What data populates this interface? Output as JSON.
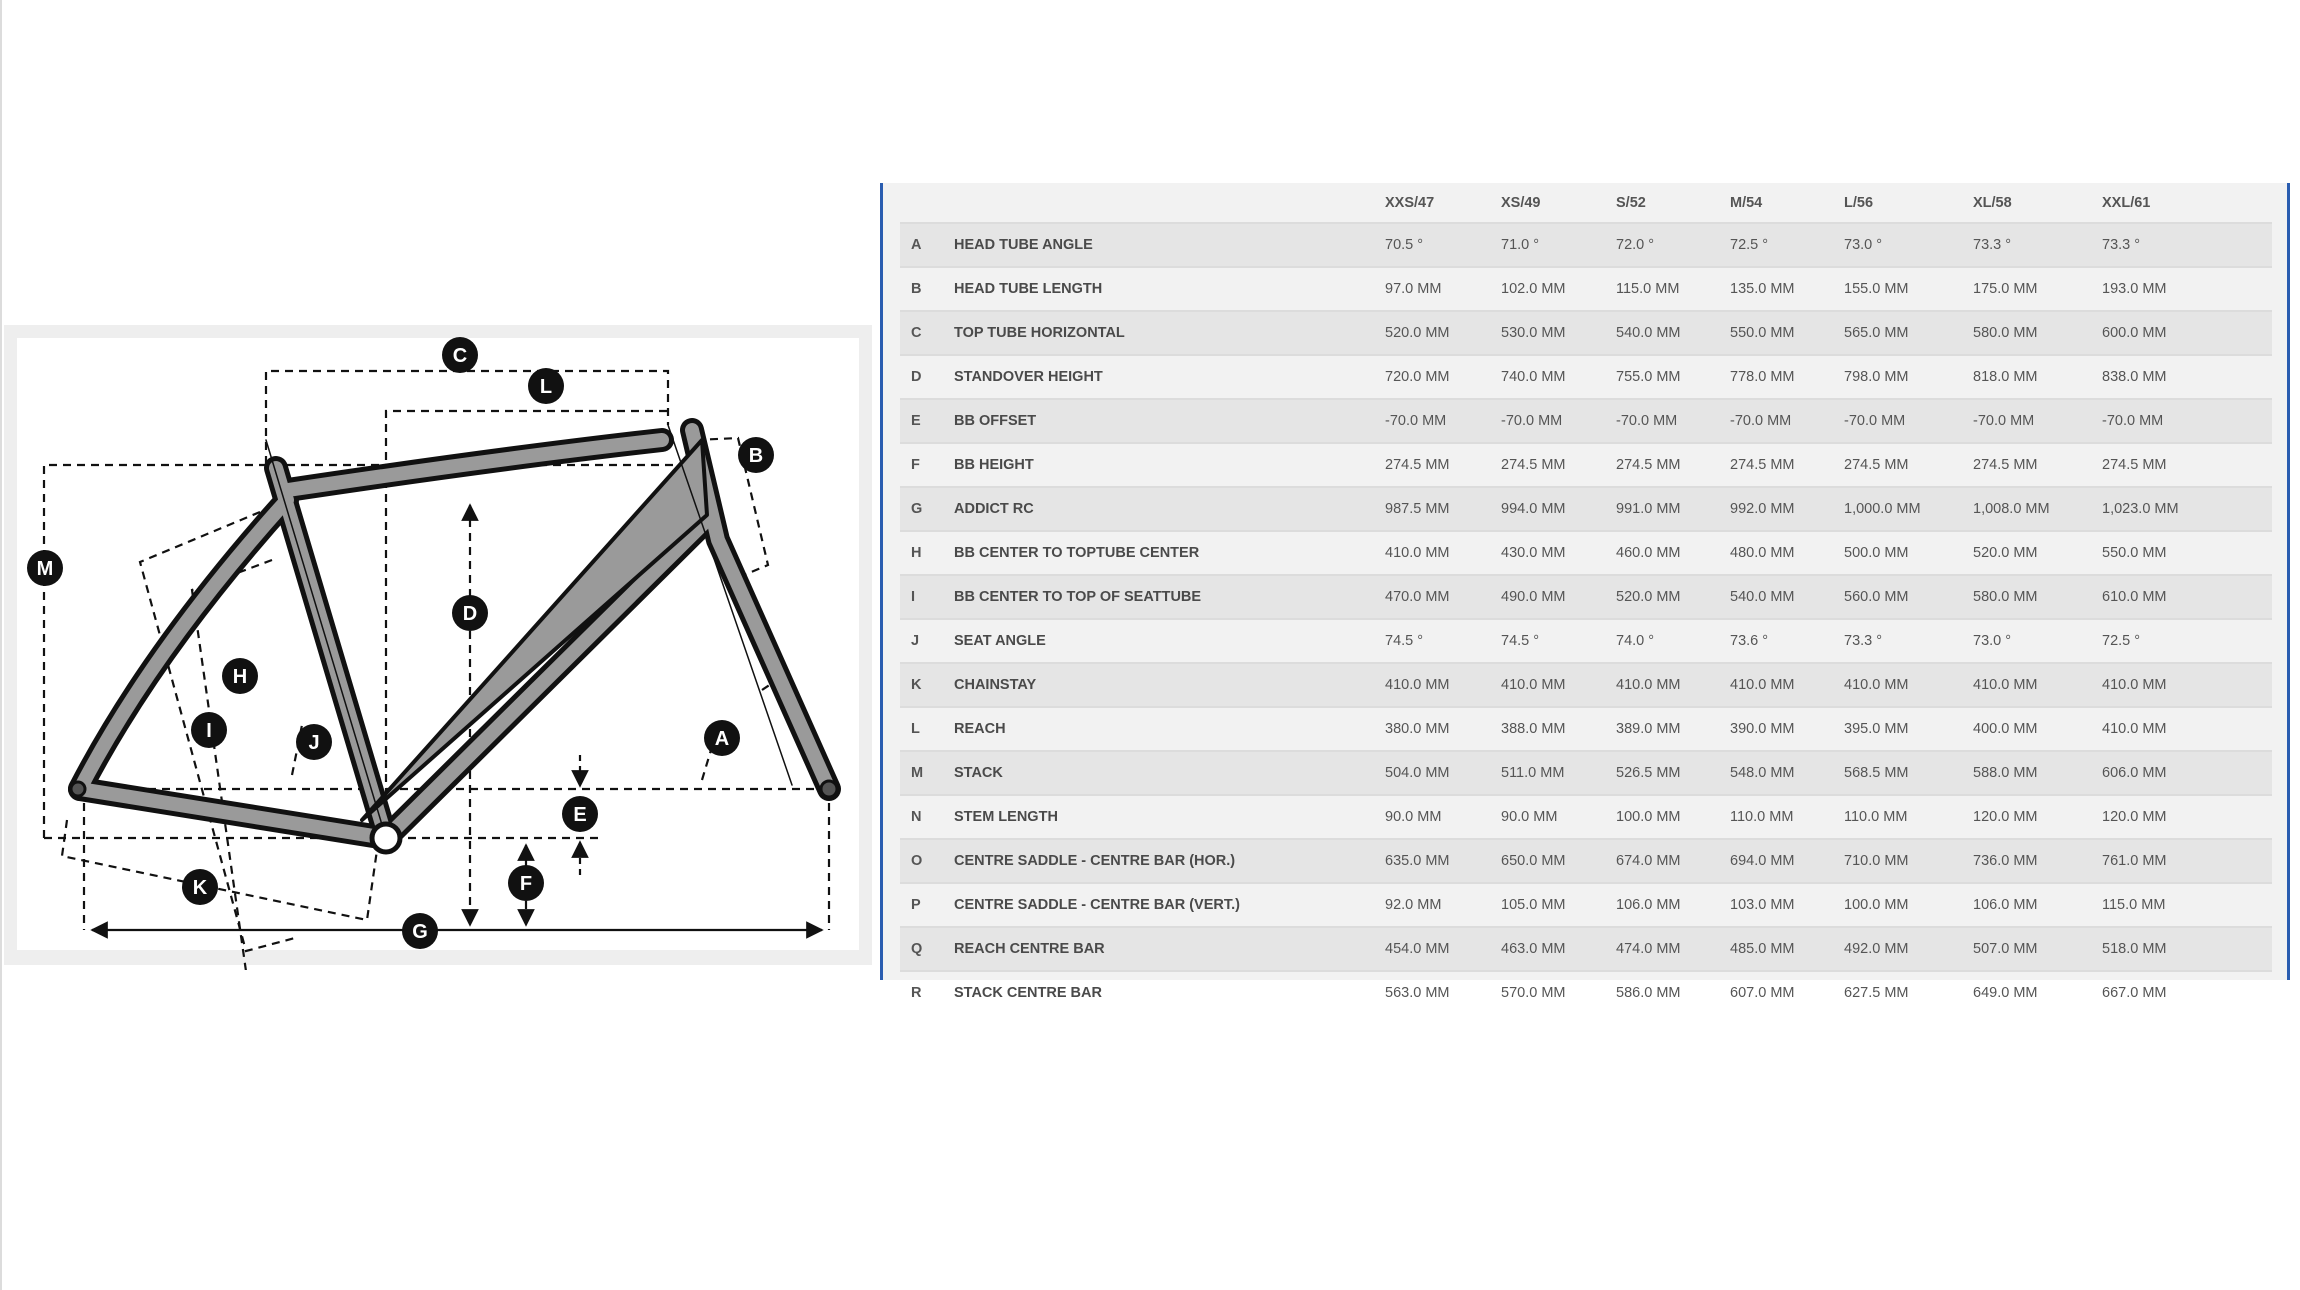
{
  "diagram": {
    "labels": [
      "A",
      "B",
      "C",
      "D",
      "E",
      "F",
      "G",
      "H",
      "I",
      "J",
      "K",
      "L",
      "M"
    ]
  },
  "table": {
    "sizes": [
      "XXS/47",
      "XS/49",
      "S/52",
      "M/54",
      "L/56",
      "XL/58",
      "XXL/61"
    ],
    "rows": [
      {
        "key": "A",
        "label": "HEAD TUBE ANGLE",
        "values": [
          "70.5 °",
          "71.0 °",
          "72.0 °",
          "72.5 °",
          "73.0 °",
          "73.3 °",
          "73.3 °"
        ]
      },
      {
        "key": "B",
        "label": "HEAD TUBE LENGTH",
        "values": [
          "97.0 MM",
          "102.0 MM",
          "115.0 MM",
          "135.0 MM",
          "155.0 MM",
          "175.0 MM",
          "193.0 MM"
        ]
      },
      {
        "key": "C",
        "label": "TOP TUBE HORIZONTAL",
        "values": [
          "520.0 MM",
          "530.0 MM",
          "540.0 MM",
          "550.0 MM",
          "565.0 MM",
          "580.0 MM",
          "600.0 MM"
        ]
      },
      {
        "key": "D",
        "label": "STANDOVER HEIGHT",
        "values": [
          "720.0 MM",
          "740.0 MM",
          "755.0 MM",
          "778.0 MM",
          "798.0 MM",
          "818.0 MM",
          "838.0 MM"
        ]
      },
      {
        "key": "E",
        "label": "BB OFFSET",
        "values": [
          "-70.0 MM",
          "-70.0 MM",
          "-70.0 MM",
          "-70.0 MM",
          "-70.0 MM",
          "-70.0 MM",
          "-70.0 MM"
        ]
      },
      {
        "key": "F",
        "label": "BB HEIGHT",
        "values": [
          "274.5 MM",
          "274.5 MM",
          "274.5 MM",
          "274.5 MM",
          "274.5 MM",
          "274.5 MM",
          "274.5 MM"
        ]
      },
      {
        "key": "G",
        "label": "ADDICT RC",
        "values": [
          "987.5 MM",
          "994.0 MM",
          "991.0 MM",
          "992.0 MM",
          "1,000.0 MM",
          "1,008.0 MM",
          "1,023.0 MM"
        ]
      },
      {
        "key": "H",
        "label": "BB CENTER TO TOPTUBE CENTER",
        "values": [
          "410.0 MM",
          "430.0 MM",
          "460.0 MM",
          "480.0 MM",
          "500.0 MM",
          "520.0 MM",
          "550.0 MM"
        ]
      },
      {
        "key": "I",
        "label": "BB CENTER TO TOP OF SEATTUBE",
        "values": [
          "470.0 MM",
          "490.0 MM",
          "520.0 MM",
          "540.0 MM",
          "560.0 MM",
          "580.0 MM",
          "610.0 MM"
        ]
      },
      {
        "key": "J",
        "label": "SEAT ANGLE",
        "values": [
          "74.5 °",
          "74.5 °",
          "74.0 °",
          "73.6 °",
          "73.3 °",
          "73.0 °",
          "72.5 °"
        ]
      },
      {
        "key": "K",
        "label": "CHAINSTAY",
        "values": [
          "410.0 MM",
          "410.0 MM",
          "410.0 MM",
          "410.0 MM",
          "410.0 MM",
          "410.0 MM",
          "410.0 MM"
        ]
      },
      {
        "key": "L",
        "label": "REACH",
        "values": [
          "380.0 MM",
          "388.0 MM",
          "389.0 MM",
          "390.0 MM",
          "395.0 MM",
          "400.0 MM",
          "410.0 MM"
        ]
      },
      {
        "key": "M",
        "label": "STACK",
        "values": [
          "504.0 MM",
          "511.0 MM",
          "526.5 MM",
          "548.0 MM",
          "568.5 MM",
          "588.0 MM",
          "606.0 MM"
        ]
      },
      {
        "key": "N",
        "label": "STEM LENGTH",
        "values": [
          "90.0 MM",
          "90.0 MM",
          "100.0 MM",
          "110.0 MM",
          "110.0 MM",
          "120.0 MM",
          "120.0 MM"
        ]
      },
      {
        "key": "O",
        "label": "CENTRE SADDLE - CENTRE BAR (HOR.)",
        "values": [
          "635.0 MM",
          "650.0 MM",
          "674.0 MM",
          "694.0 MM",
          "710.0 MM",
          "736.0 MM",
          "761.0 MM"
        ]
      },
      {
        "key": "P",
        "label": "CENTRE SADDLE - CENTRE BAR (VERT.)",
        "values": [
          "92.0 MM",
          "105.0 MM",
          "106.0 MM",
          "103.0 MM",
          "100.0 MM",
          "106.0 MM",
          "115.0 MM"
        ]
      },
      {
        "key": "Q",
        "label": "REACH CENTRE BAR",
        "values": [
          "454.0 MM",
          "463.0 MM",
          "474.0 MM",
          "485.0 MM",
          "492.0 MM",
          "507.0 MM",
          "518.0 MM"
        ]
      },
      {
        "key": "R",
        "label": "STACK CENTRE BAR",
        "values": [
          "563.0 MM",
          "570.0 MM",
          "586.0 MM",
          "607.0 MM",
          "627.5 MM",
          "649.0 MM",
          "667.0 MM"
        ]
      }
    ]
  },
  "colors": {
    "accent": "#2a5db0",
    "frame": "#9a9a9a"
  }
}
